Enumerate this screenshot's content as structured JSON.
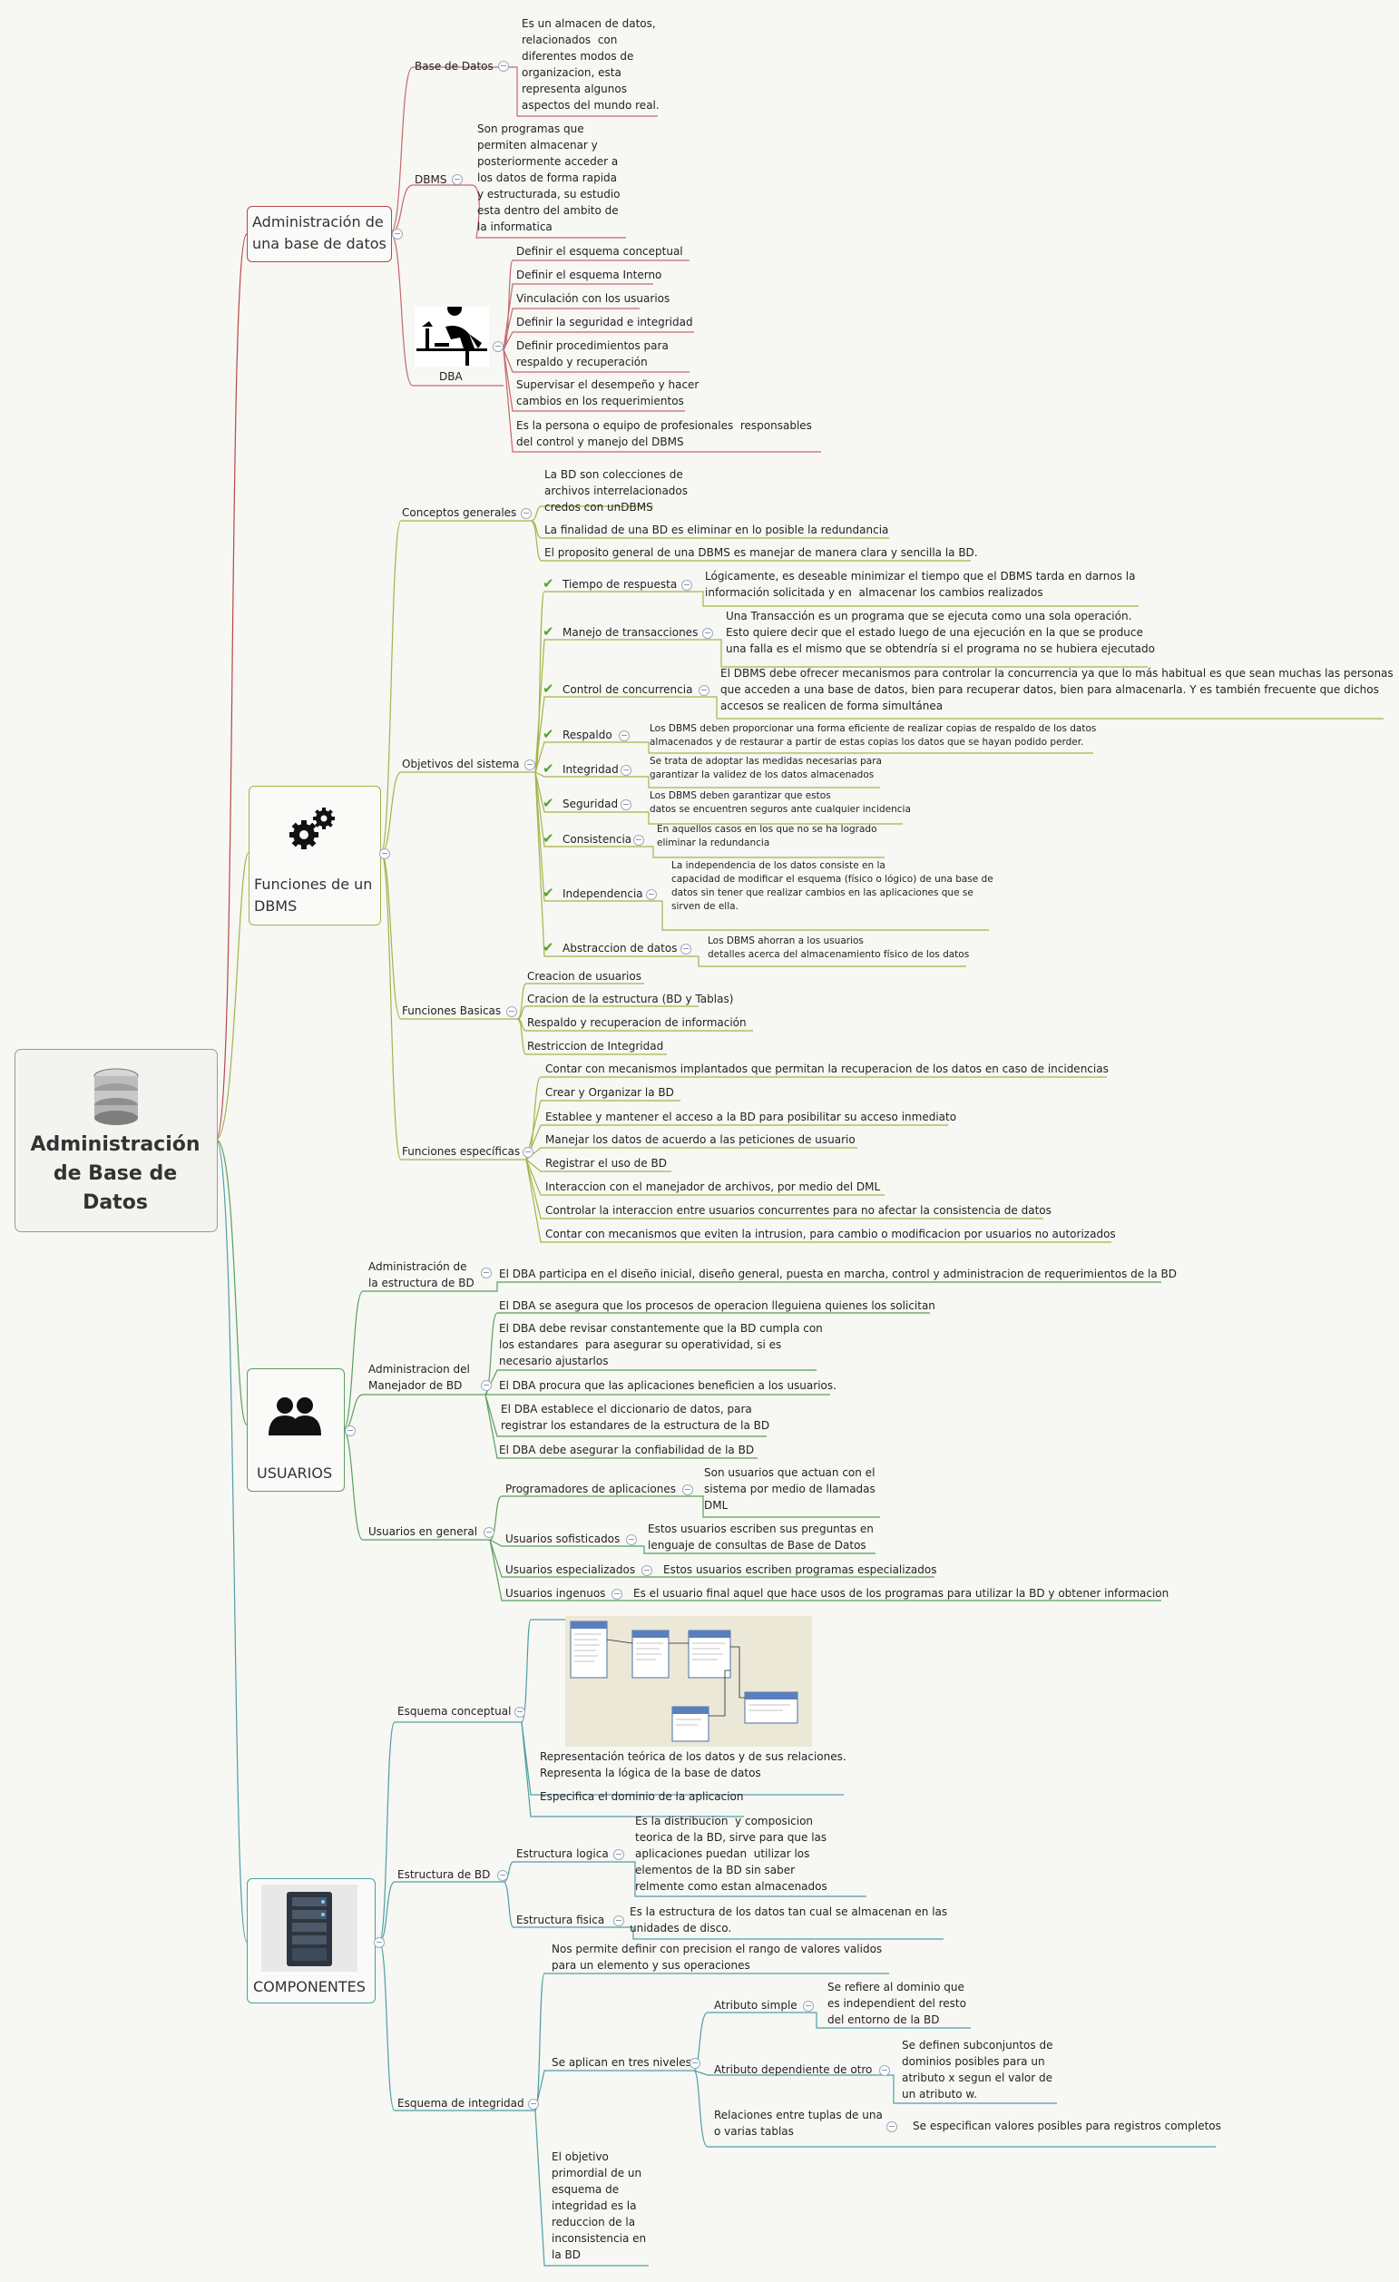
{
  "root": {
    "title": "Administración\nde Base de\nDatos",
    "icon": "database-icon"
  },
  "colors": {
    "red": "#b5484b",
    "olive": "#a7b24a",
    "green": "#59a05f",
    "teal": "#4f9ea6"
  },
  "branches": {
    "admin": {
      "title": "Administración de\nuna base de datos",
      "base_datos": "Base de Datos",
      "base_datos_desc": "Es un almacen de datos,\nrelacionados  con\ndiferentes modos de\norganizacion, esta\nrepresenta algunos\naspectos del mundo real.",
      "dbms": "DBMS",
      "dbms_desc": "Son programas que\npermiten almacenar y\nposteriormente acceder a\nlos datos de forma rapida\ny estructurada, su estudio\nesta dentro del ambito de\nla informatica",
      "dba": "DBA",
      "dba_items": [
        "Definir el esquema conceptual",
        "Definir el esquema Interno",
        "Vinculación con los usuarios",
        "Definir la seguridad e integridad",
        "Definir procedimientos para\nrespaldo y recuperación",
        "Supervisar el desempeño y hacer\ncambios en los requerimientos",
        "Es la persona o equipo de profesionales  responsables\ndel control y manejo del DBMS"
      ]
    },
    "funciones": {
      "title": "Funciones de un\nDBMS",
      "conceptos": "Conceptos generales",
      "conceptos_items": [
        "La BD son colecciones de\narchivos interrelacionados\ncredos con unDBMS",
        "La finalidad de una BD es eliminar en lo posible la redundancia",
        "El proposito general de una DBMS es manejar de manera clara y sencilla la BD."
      ],
      "objetivos": "Objetivos del sistema",
      "objetivos_items": [
        {
          "label": "Tiempo de respuesta",
          "desc": "Lógicamente, es deseable minimizar el tiempo que el DBMS tarda en darnos la\ninformación solicitada y en  almacenar los cambios realizados"
        },
        {
          "label": "Manejo de transacciones",
          "desc": "Una Transacción es un programa que se ejecuta como una sola operación.\nEsto quiere decir que el estado luego de una ejecución en la que se produce\nuna falla es el mismo que se obtendría si el programa no se hubiera ejecutado"
        },
        {
          "label": "Control de concurrencia",
          "desc": "El DBMS debe ofrecer mecanismos para controlar la concurrencia ya que lo más habitual es que sean muchas las personas\nque acceden a una base de datos, bien para recuperar datos, bien para almacenarla. Y es también frecuente que dichos\naccesos se realicen de forma simultánea"
        },
        {
          "label": "Respaldo",
          "desc": "Los DBMS deben proporcionar una forma eficiente de realizar copias de respaldo de los datos\nalmacenados y de restaurar a partir de estas copias los datos que se hayan podido perder."
        },
        {
          "label": "Integridad",
          "desc": "Se trata de adoptar las medidas necesarias para\ngarantizar la validez de los datos almacenados"
        },
        {
          "label": "Seguridad",
          "desc": "Los DBMS deben garantizar que estos\ndatos se encuentren seguros ante cualquier incidencia"
        },
        {
          "label": "Consistencia",
          "desc": "En aquellos casos en los que no se ha logrado\neliminar la redundancia"
        },
        {
          "label": "Independencia",
          "desc": "La independencia de los datos consiste en la\ncapacidad de modificar el esquema (físico o lógico) de una base de\ndatos sin tener que realizar cambios en las aplicaciones que se\nsirven de ella."
        },
        {
          "label": "Abstraccion de datos",
          "desc": "Los DBMS ahorran a los usuarios\ndetalles acerca del almacenamiento físico de los datos"
        }
      ],
      "basicas": "Funciones Basicas",
      "basicas_items": [
        "Creacion de usuarios",
        "Cracion de la estructura (BD y Tablas)",
        "Respaldo y recuperacion de información",
        "Restriccion de Integridad"
      ],
      "especificas": "Funciones específicas",
      "especificas_items": [
        "Contar con mecanismos implantados que permitan la recuperacion de los datos en caso de incidencias",
        "Crear y Organizar la BD",
        "Establee y mantener el acceso a la BD para posibilitar su acceso inmediato",
        "Manejar los datos de acuerdo a las peticiones de usuario",
        "Registrar el uso de BD",
        "Interaccion con el manejador de archivos, por medio del DML",
        "Controlar la interaccion entre usuarios concurrentes para no afectar la consistencia de datos",
        "Contar con mecanismos que eviten la intrusion, para cambio o modificacion por usuarios no autorizados"
      ]
    },
    "usuarios": {
      "title": "USUARIOS",
      "admin_estructura": "Administración de\nla estructura de BD",
      "admin_estructura_desc": "El DBA participa en el diseño inicial, diseño general, puesta en marcha, control y administracion de requerimientos de la BD",
      "admin_manejador": "Administracion del\nManejador de BD",
      "admin_manejador_items": [
        "El DBA se asegura que los procesos de operacion lleguiena quienes los solicitan",
        "El DBA debe revisar constantemente que la BD cumpla con\nlos estandares  para asegurar su operatividad, si es\nnecesario ajustarlos",
        "El DBA procura que las aplicaciones beneficien a los usuarios.",
        "El DBA establece el diccionario de datos, para\nregistrar los estandares de la estructura de la BD",
        "El DBA debe asegurar la confiabilidad de la BD"
      ],
      "usuarios_general": "Usuarios en general",
      "tipos": [
        {
          "label": "Programadores de aplicaciones",
          "desc": "Son usuarios que actuan con el\nsistema por medio de llamadas\nDML"
        },
        {
          "label": "Usuarios sofisticados",
          "desc": "Estos usuarios escriben sus preguntas en\nlenguaje de consultas de Base de Datos"
        },
        {
          "label": "Usuarios especializados",
          "desc": "Estos usuarios escriben programas especializados"
        },
        {
          "label": "Usuarios ingenuos",
          "desc": "Es el usuario final aquel que hace usos de los programas para utilizar la BD y obtener informacion"
        }
      ]
    },
    "componentes": {
      "title": "COMPONENTES",
      "esquema_conceptual": "Esquema conceptual",
      "esquema_conceptual_items": [
        "Representación teórica de los datos y de sus relaciones.\nRepresenta la lógica de la base de datos",
        "Especifica el dominio de la aplicacion"
      ],
      "estructura_bd": "Estructura de BD",
      "estructura_logica": "Estructura logica",
      "estructura_logica_desc": "Es la distribucion  y composicion\nteorica de la BD, sirve para que las\naplicaciones puedan  utilizar los\nelementos de la BD sin saber\nrelmente como estan almacenados",
      "estructura_fisica": "Estructura fisica",
      "estructura_fisica_desc": "Es la estructura de los datos tan cual se almacenan en las\nunidades de disco.",
      "esquema_integridad": "Esquema de integridad",
      "integridad_intro": "Nos permite definir con precision el rango de valores validos\npara un elemento y sus operaciones",
      "niveles": "Se aplican en tres niveles",
      "niveles_items": [
        {
          "label": "Atributo simple",
          "desc": "Se refiere al dominio que\nes independient del resto\ndel entorno de la BD"
        },
        {
          "label": "Atributo dependiente de otro",
          "desc": "Se definen subconjuntos de\ndominios posibles para un\natributo x segun el valor de\nun atributo w."
        },
        {
          "label": "Relaciones entre tuplas de una\no varias tablas",
          "desc": "Se especifican valores posibles para registros completos"
        }
      ],
      "integridad_objetivo": "El objetivo\nprimordial de un\nesquema de\nintegridad es la\nreduccion de la\ninconsistencia en\nla BD"
    }
  }
}
